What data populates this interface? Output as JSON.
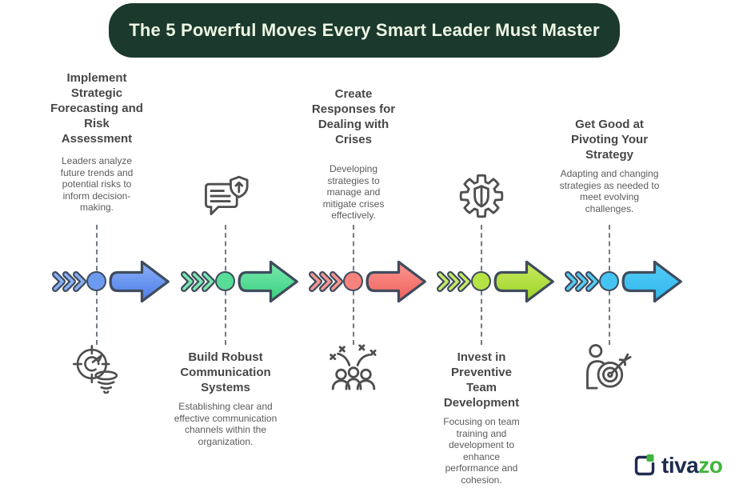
{
  "banner": {
    "title": "The 5 Powerful Moves Every Smart Leader Must Master",
    "bg_color": "#1c392d",
    "text_color": "#edf6e4"
  },
  "steps": [
    {
      "title": "Implement Strategic Forecasting and Risk Assessment",
      "description": "Leaders analyze future trends and potential risks to inform decision-making.",
      "icon": "radar-forecast-icon",
      "text_position": "above",
      "colors": {
        "light": "#8ab0f6",
        "dark": "#4d7ee9"
      }
    },
    {
      "title": "Build Robust Communication Systems",
      "description": "Establishing clear and effective communication channels within the organization.",
      "icon": "chat-shield-icon",
      "text_position": "below",
      "colors": {
        "light": "#7ce9ae",
        "dark": "#36d07f"
      }
    },
    {
      "title": "Create Responses for Dealing with Crises",
      "description": "Developing strategies to manage and mitigate crises effectively.",
      "icon": "team-sparks-icon",
      "text_position": "above",
      "colors": {
        "light": "#f99790",
        "dark": "#f25f5c"
      }
    },
    {
      "title": "Invest in Preventive Team Development",
      "description": "Focusing on team training and development to enhance performance and cohesion.",
      "icon": "gear-shield-icon",
      "text_position": "below",
      "colors": {
        "light": "#c9ea62",
        "dark": "#9cd426"
      }
    },
    {
      "title": "Get Good at Pivoting Your Strategy",
      "description": "Adapting and changing strategies as needed to meet evolving challenges.",
      "icon": "person-target-icon",
      "text_position": "above",
      "colors": {
        "light": "#55cdf4",
        "dark": "#2eb7ef"
      }
    }
  ],
  "logo": {
    "name": "tivazo",
    "text_dark": "tiva",
    "text_green": "zo",
    "navy": "#1d2b4f",
    "green": "#3fb53a"
  }
}
